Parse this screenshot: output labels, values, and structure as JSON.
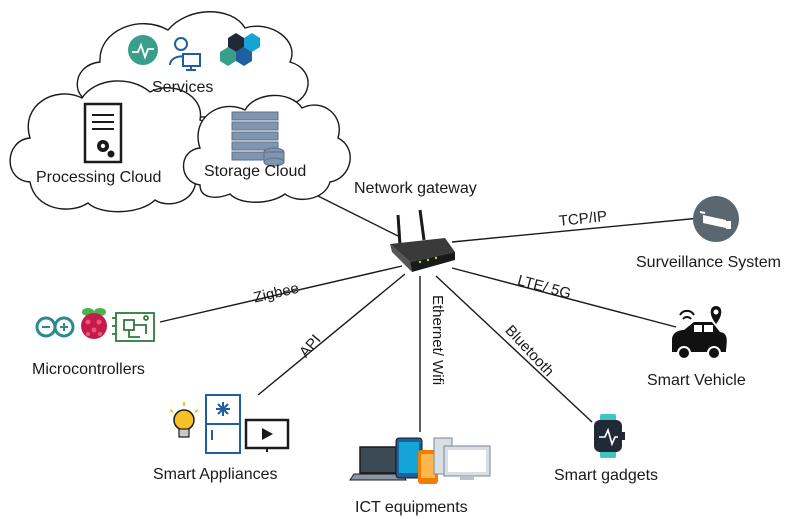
{
  "nodes": {
    "services": {
      "label": "Services"
    },
    "processing_cloud": {
      "label": "Processing Cloud"
    },
    "storage_cloud": {
      "label": "Storage Cloud"
    },
    "gateway": {
      "label": "Network gateway"
    },
    "surveillance": {
      "label": "Surveillance System"
    },
    "vehicle": {
      "label": "Smart Vehicle"
    },
    "microcontrollers": {
      "label": "Microcontrollers"
    },
    "appliances": {
      "label": "Smart Appliances"
    },
    "ict": {
      "label": "ICT equipments"
    },
    "gadgets": {
      "label": "Smart gadgets"
    }
  },
  "edges": {
    "tcpip": "TCP/IP",
    "lte": "LTE/ 5G",
    "zigbee": "Zigbee",
    "api": "API",
    "ethernet": "Ethernet/ Wifi",
    "bluetooth": "Bluetooth"
  },
  "colors": {
    "teal": "#3a9e8c",
    "blue": "#1f5f9e",
    "raspberry": "#c51a4a",
    "leaf": "#4caf50",
    "bulb": "#f6c026",
    "dark": "#1f2a36",
    "surveillance_bg": "#5b6770",
    "storage": "#7f95b0",
    "cyan": "#13a5d6"
  },
  "icons": [
    "pulse-icon",
    "user-monitor-icon",
    "hexagon-cluster-icon",
    "server-tower-icon",
    "server-rack-icon",
    "wifi-router-icon",
    "cctv-camera-icon",
    "connected-car-icon",
    "arduino-icon",
    "raspberry-pi-icon",
    "circuit-board-icon",
    "light-bulb-icon",
    "refrigerator-icon",
    "tv-icon",
    "laptop-icon",
    "tablet-icon",
    "phone-icon",
    "desktop-icon",
    "smartwatch-icon"
  ]
}
